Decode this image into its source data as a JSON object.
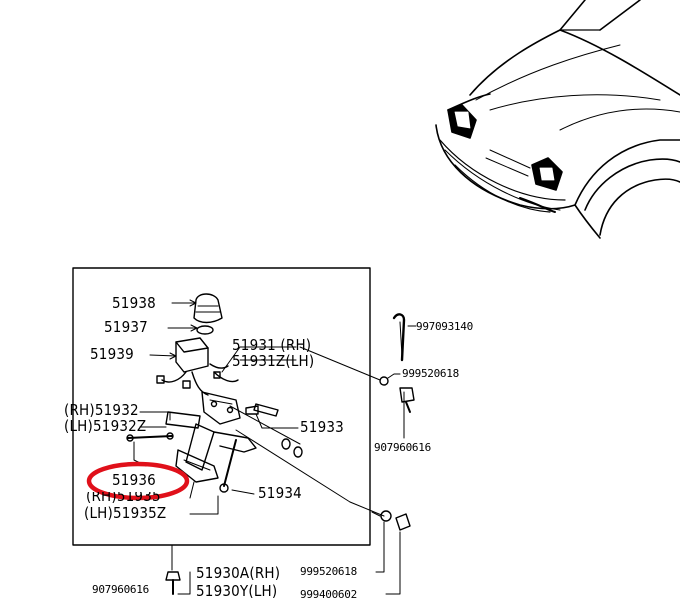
{
  "labels": {
    "p51938": "51938",
    "p51937": "51937",
    "p51939": "51939",
    "p51931": "51931 (RH)",
    "p51931z": "51931Z(LH)",
    "p51932": "(RH)51932",
    "p51932z": "(LH)51932Z",
    "p51933": "51933",
    "p51936": "51936",
    "p51935": "(RH)51935",
    "p51935z": "(LH)51935Z",
    "p51934": "51934",
    "p51930a": "51930A(RH)",
    "p51930y": "51930Y(LH)",
    "p997093140": "997093140",
    "p999520618a": "999520618",
    "p907960616a": "907960616",
    "p999520618b": "999520618",
    "p999400602": "999400602",
    "p907960616b": "907960616"
  },
  "highlight": {
    "part": "51936",
    "color": "#e0101a"
  }
}
